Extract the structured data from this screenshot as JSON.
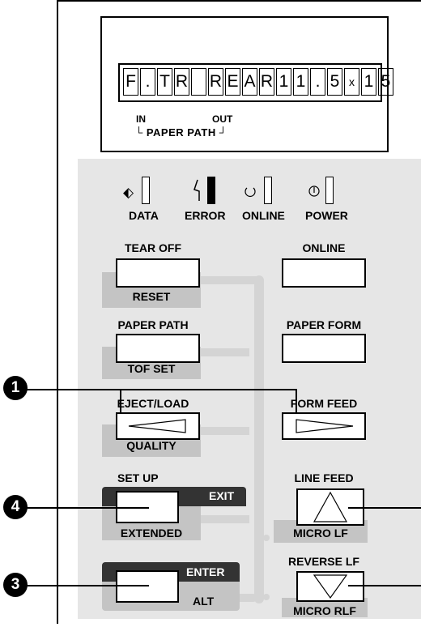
{
  "lcd": {
    "characters": [
      "F",
      ".",
      "T",
      "R",
      "",
      "R",
      "E",
      "A",
      "R",
      "1",
      "1",
      ".",
      "5",
      "x",
      "1",
      "5"
    ],
    "in_label": "IN",
    "out_label": "OUT",
    "paper_path_label": "PAPER PATH"
  },
  "indicators": {
    "data": "DATA",
    "error": "ERROR",
    "online": "ONLINE",
    "power": "POWER"
  },
  "keys": {
    "tear_off": "TEAR OFF",
    "reset": "RESET",
    "online": "ONLINE",
    "paper_path": "PAPER PATH",
    "tof_set": "TOF SET",
    "paper_form": "PAPER FORM",
    "eject_load": "EJECT/LOAD",
    "quality": "QUALITY",
    "form_feed": "FORM FEED",
    "set_up": "SET UP",
    "exit": "EXIT",
    "extended": "EXTENDED",
    "line_feed": "LINE FEED",
    "micro_lf": "MICRO LF",
    "enter": "ENTER",
    "alt": "ALT",
    "reverse_lf": "REVERSE LF",
    "micro_rlf": "MICRO RLF"
  },
  "callouts": {
    "one": "1",
    "four": "4",
    "three": "3"
  },
  "colors": {
    "panel": "#e6e6e6",
    "shade": "#c4c4c4",
    "dark": "#333333"
  },
  "icons": {
    "data": "data-arrow-icon",
    "error": "error-lightning-icon",
    "online": "online-circle-icon",
    "power": "power-icon"
  }
}
